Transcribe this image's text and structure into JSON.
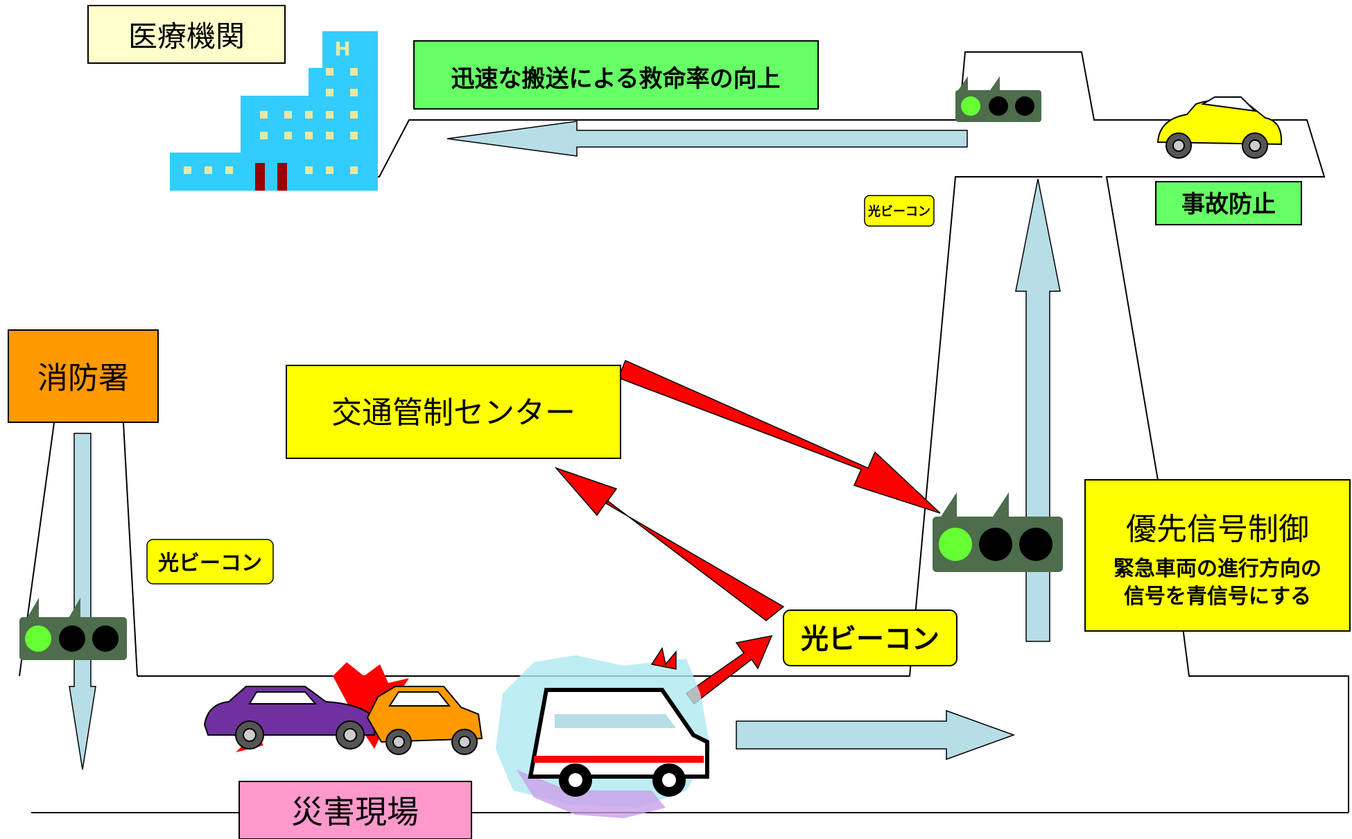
{
  "labels": {
    "hospital": "医療機関",
    "fire_station": "消防署",
    "traffic_center": "交通管制センター",
    "disaster_site": "災害現場",
    "survival_rate": "迅速な搬送による救命率の向上",
    "accident_prevention": "事故防止",
    "priority_signal_title": "優先信号制御",
    "priority_signal_line1": "緊急車両の進行方向の",
    "priority_signal_line2": "信号を青信号にする",
    "beacon_top": "光ビーコン",
    "beacon_left": "光ビーコン",
    "beacon_main": "光ビーコン"
  },
  "colors": {
    "hospital_label": "#ffffcc",
    "fire_station_label": "#ff9900",
    "traffic_center_label": "#ffff00",
    "disaster_site_label": "#ff99cc",
    "benefit_label": "#66ff66",
    "beacon_label": "#ffff00",
    "flow_arrow": "#b7dde6",
    "comm_arrow": "#ff0000",
    "signal_body": "#4d6d4d",
    "signal_green": "#66ff33",
    "building": "#33ccff"
  }
}
